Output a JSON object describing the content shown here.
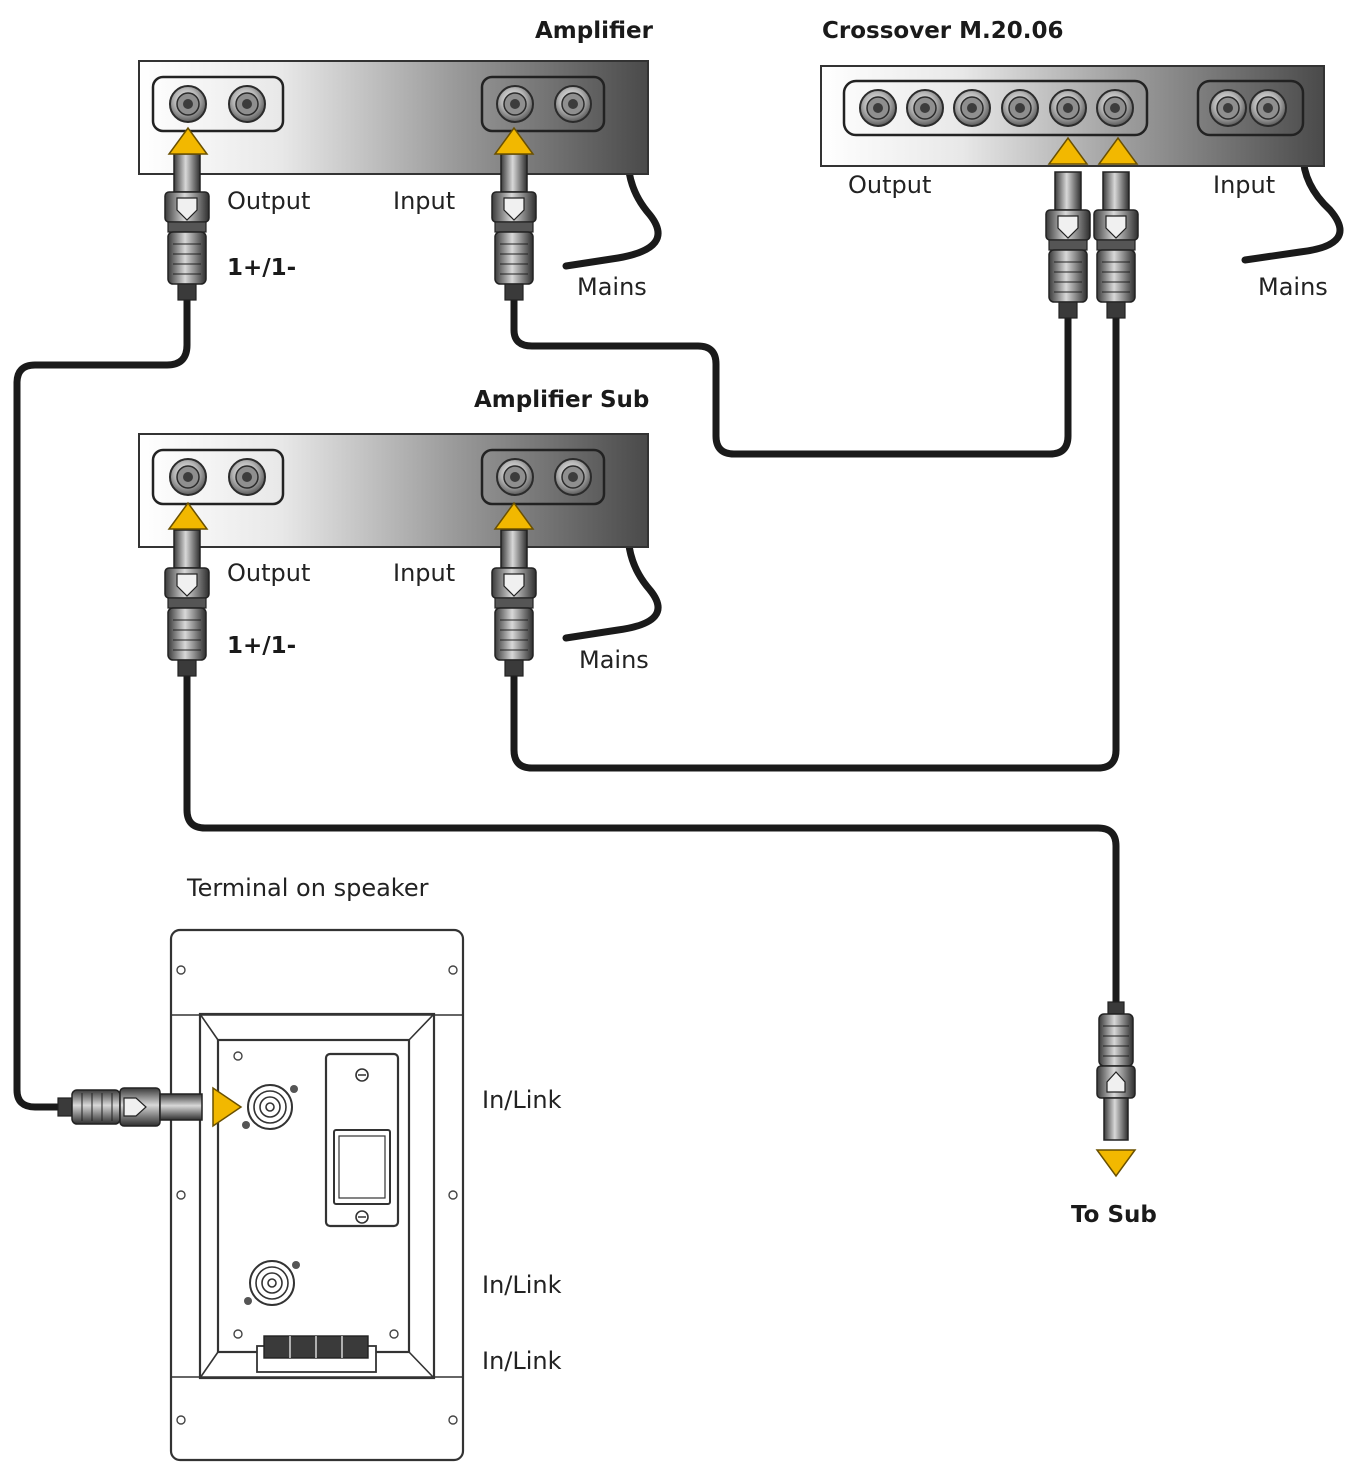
{
  "colors": {
    "arrow": "#f2b800",
    "cable": "#1a1a1a",
    "device_dark": "#555555",
    "device_light": "#ffffff"
  },
  "devices": {
    "amplifier": {
      "title": "Amplifier",
      "output_label": "Output",
      "input_label": "Input",
      "channel_label": "1+/1-",
      "mains_label": "Mains"
    },
    "crossover": {
      "title": "Crossover M.20.06",
      "output_label": "Output",
      "input_label": "Input",
      "mains_label": "Mains"
    },
    "amplifier_sub": {
      "title": "Amplifier Sub",
      "output_label": "Output",
      "input_label": "Input",
      "channel_label": "1+/1-",
      "mains_label": "Mains"
    }
  },
  "speaker": {
    "title": "Terminal on speaker",
    "jack_labels": [
      "In/Link",
      "In/Link",
      "In/Link"
    ]
  },
  "to_sub_label": "To Sub",
  "icons": {
    "arrow": "triangle-arrow-icon",
    "jack": "rca-jack-icon",
    "connector": "speakon-connector-icon"
  }
}
